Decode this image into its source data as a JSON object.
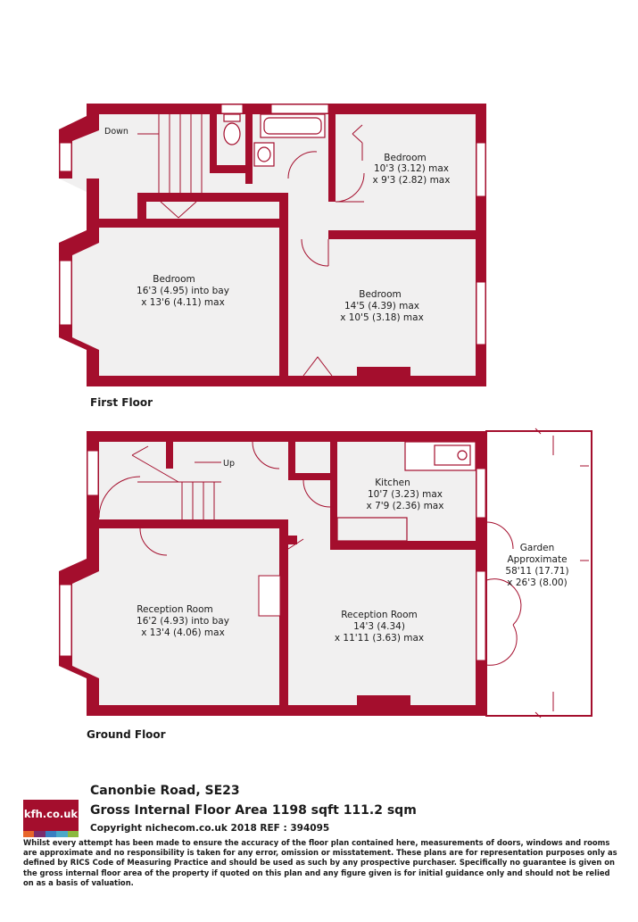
{
  "colors": {
    "wall": "#a40e2d",
    "floor": "#f1f0f0",
    "outline": "#a40e2d",
    "text": "#1a1a1a"
  },
  "first_floor": {
    "label": "First Floor",
    "stairs_label": "Down",
    "rooms": [
      {
        "name": "Bedroom",
        "dims": "10'3 (3.12) max",
        "dims2": "x 9'3 (2.82) max"
      },
      {
        "name": "Bedroom",
        "dims": "16'3 (4.95) into bay",
        "dims2": "x 13'6 (4.11) max"
      },
      {
        "name": "Bedroom",
        "dims": "14'5 (4.39) max",
        "dims2": "x 10'5 (3.18) max"
      }
    ]
  },
  "ground_floor": {
    "label": "Ground Floor",
    "stairs_label": "Up",
    "rooms": [
      {
        "name": "Kitchen",
        "dims": "10'7 (3.23) max",
        "dims2": "x 7'9 (2.36) max"
      },
      {
        "name": "Reception Room",
        "dims": "16'2 (4.93) into bay",
        "dims2": "x 13'4 (4.06) max"
      },
      {
        "name": "Reception Room",
        "dims": "14'3 (4.34)",
        "dims2": "x 11'11 (3.63) max"
      }
    ],
    "garden": {
      "name": "Garden",
      "line1": "Approximate",
      "line2": "58'11 (17.71)",
      "line3": "x 26'3 (8.00)"
    }
  },
  "footer": {
    "address": "Canonbie Road, SE23",
    "area": "Gross Internal Floor Area 1198 sqft 111.2 sqm",
    "copyright": "Copyright nichecom.co.uk 2018 REF : 394095",
    "logo_text": "kfh.co.uk",
    "logo_colors": [
      "#e8662a",
      "#7b2d6d",
      "#3a7fc1",
      "#4aa8c8",
      "#8bb93f"
    ],
    "disclaimer": "Whilst every attempt has been made to ensure the accuracy of the floor plan contained here, measurements of doors, windows and rooms are approximate and no responsibility is taken for any error, omission or misstatement.  These plans are for representation purposes only as defined by RICS Code of Measuring Practice and should be used as such by any prospective purchaser.  Specifically no guarantee is given on the gross internal floor area of the property if quoted on this plan and any figure given is for initial guidance only and should not be relied on as a basis of valuation."
  }
}
